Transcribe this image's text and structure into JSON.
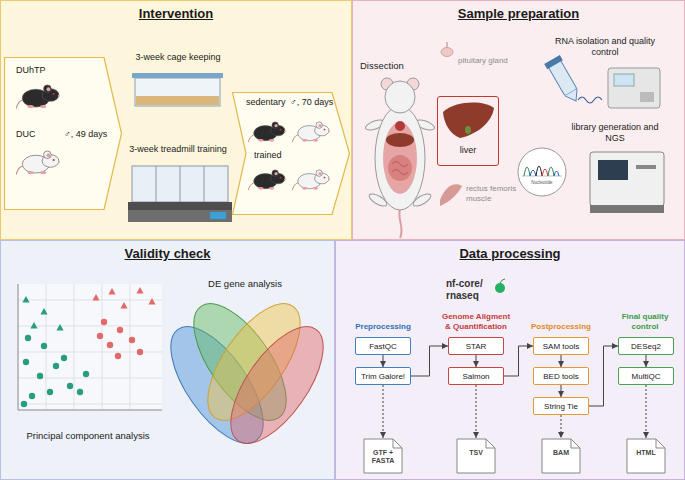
{
  "diagram": {
    "nodes": [
      {
        "text": [
          "Intervention"
        ]
      },
      {
        "text": [
          "DUhTP",
          "DUC",
          "♂, 49 days"
        ],
        "in": 0
      },
      {
        "text": [
          "sedentary",
          "trained",
          "♂, 70 days"
        ],
        "in": 0
      },
      {
        "text": [
          "Sample preparation"
        ]
      },
      {
        "text": [
          "liver"
        ],
        "in": 3
      },
      {
        "text": [
          "Validity check"
        ]
      },
      {
        "text": [
          "Data processing"
        ]
      },
      {
        "text": [
          "FastQC"
        ],
        "in": 6
      },
      {
        "text": [
          "Trim Galore!"
        ],
        "in": 6
      },
      {
        "text": [
          "STAR"
        ],
        "in": 6
      },
      {
        "text": [
          "Salmon"
        ],
        "in": 6
      },
      {
        "text": [
          "SAM tools"
        ],
        "in": 6
      },
      {
        "text": [
          "BED tools"
        ],
        "in": 6
      },
      {
        "text": [
          "String Tie"
        ],
        "in": 6
      },
      {
        "text": [
          "DESeq2"
        ],
        "in": 6
      },
      {
        "text": [
          "MultiQC"
        ],
        "in": 6
      },
      {
        "text": [
          "GTF + FASTA"
        ],
        "in": 6
      },
      {
        "text": [
          "TSV"
        ],
        "in": 6
      },
      {
        "text": [
          "BAM"
        ],
        "in": 6
      },
      {
        "text": [
          "HTML"
        ],
        "in": 6
      }
    ],
    "edges": [
      {
        "from": 7,
        "to": 8,
        "arrow": "to"
      },
      {
        "from": 8,
        "to": 9,
        "arrow": "to"
      },
      {
        "from": 9,
        "to": 10,
        "arrow": "to"
      },
      {
        "from": 10,
        "to": 11,
        "arrow": "to"
      },
      {
        "from": 11,
        "to": 12,
        "arrow": "to"
      },
      {
        "from": 12,
        "to": 13,
        "arrow": "to"
      },
      {
        "from": 13,
        "to": 14,
        "arrow": "to"
      },
      {
        "from": 14,
        "to": 15,
        "arrow": "to"
      },
      {
        "from": 8,
        "to": 16,
        "arrow": "to"
      },
      {
        "from": 10,
        "to": 17,
        "arrow": "to"
      },
      {
        "from": 13,
        "to": 18,
        "arrow": "to"
      },
      {
        "from": 15,
        "to": 19,
        "arrow": "to"
      }
    ],
    "labels": [
      "3-week cage keeping",
      "3-week treadmill training",
      "Dissection",
      "pituitary gland",
      "rectus femoris muscle",
      "RNA isolation and quality control",
      "library generation and NGS",
      "Nucleotide",
      "DE gene analysis",
      "Principal component analysis",
      "nf-core/ rnaseq",
      "Preprocessing",
      "Genome Aligment & Quantification",
      "Postprocessing",
      "Final quality control"
    ]
  }
}
